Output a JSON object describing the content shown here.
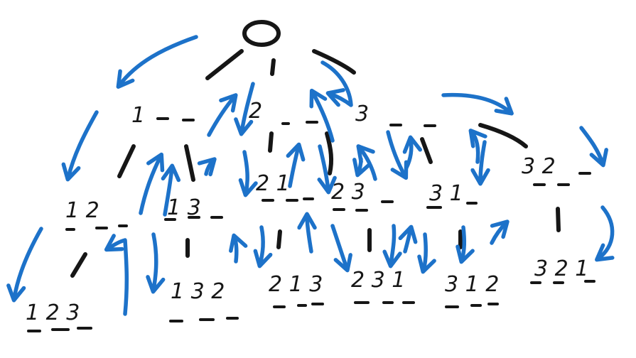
{
  "diagram": {
    "root": "",
    "level1": [
      "1",
      "2",
      "3"
    ],
    "level2": [
      "1 2",
      "1 3",
      "2 1",
      "2 3",
      "3 1",
      "3 2"
    ],
    "level3": [
      "1 2 3",
      "1 3 2",
      "2 1 3",
      "2 3 1",
      "3 1 2",
      "3 2 1"
    ],
    "ink_color": "#161616",
    "arrow_color": "#1d72c9"
  }
}
